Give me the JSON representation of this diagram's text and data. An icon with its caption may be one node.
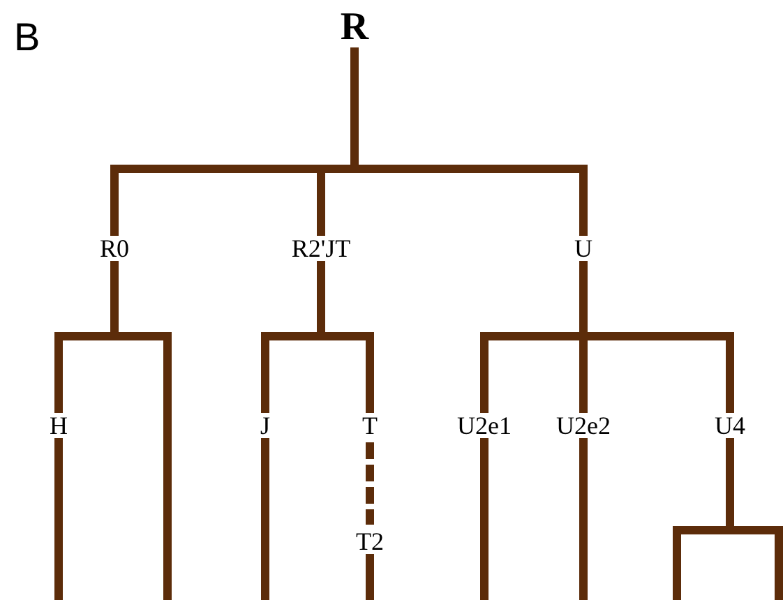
{
  "diagram": {
    "nodes": [
      {
        "text": [
          "R"
        ]
      },
      {
        "text": [
          "R0"
        ]
      },
      {
        "text": [
          "R2'JT"
        ]
      },
      {
        "text": [
          "U"
        ]
      },
      {
        "text": [
          "H"
        ]
      },
      {
        "text": [
          "J"
        ]
      },
      {
        "text": [
          "T"
        ]
      },
      {
        "text": [
          "T2"
        ]
      },
      {
        "text": [
          "U2e1"
        ]
      },
      {
        "text": [
          "U2e2"
        ]
      },
      {
        "text": [
          "U4"
        ]
      }
    ],
    "edges": [
      {
        "from": 0,
        "to": 1,
        "arrow": "none"
      },
      {
        "from": 0,
        "to": 2,
        "arrow": "none"
      },
      {
        "from": 0,
        "to": 3,
        "arrow": "none"
      },
      {
        "from": 1,
        "to": 4,
        "arrow": "none"
      },
      {
        "from": 1,
        "to": null,
        "arrow": "none"
      },
      {
        "from": 2,
        "to": 5,
        "arrow": "none"
      },
      {
        "from": 2,
        "to": 6,
        "arrow": "none"
      },
      {
        "from": 3,
        "to": 8,
        "arrow": "none"
      },
      {
        "from": 3,
        "to": 9,
        "arrow": "none"
      },
      {
        "from": 3,
        "to": 10,
        "arrow": "none"
      },
      {
        "from": 4,
        "to": null,
        "arrow": "none"
      },
      {
        "from": 5,
        "to": null,
        "arrow": "none"
      },
      {
        "from": 6,
        "to": 7,
        "arrow": "none",
        "style": "dashed"
      },
      {
        "from": 7,
        "to": null,
        "arrow": "none"
      },
      {
        "from": 8,
        "to": null,
        "arrow": "none"
      },
      {
        "from": 9,
        "to": null,
        "arrow": "none"
      },
      {
        "from": 10,
        "to": null,
        "arrow": "none"
      },
      {
        "from": 10,
        "to": null,
        "arrow": "none"
      }
    ],
    "labels": [
      "B"
    ]
  }
}
